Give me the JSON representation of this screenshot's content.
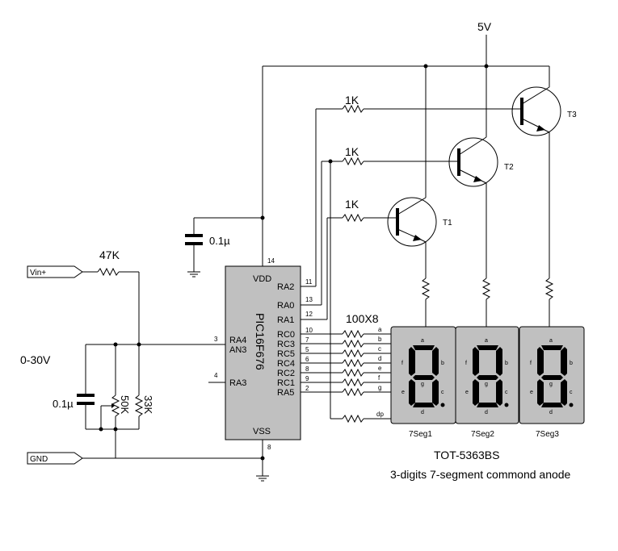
{
  "power": {
    "label": "5V"
  },
  "ic": {
    "name": "PIC16F676",
    "pins": {
      "vdd": "VDD",
      "vss": "VSS",
      "ra2": "RA2",
      "ra0": "RA0",
      "ra1": "RA1",
      "rc0": "RC0",
      "rc3": "RC3",
      "rc5": "RC5",
      "rc4": "RC4",
      "rc2": "RC2",
      "rc1": "RC1",
      "ra5": "RA5",
      "ra4": "RA4",
      "an3": "AN3",
      "ra3": "RA3"
    },
    "pin_numbers": {
      "vdd": "14",
      "vss": "8",
      "ra2": "11",
      "ra0": "13",
      "ra1": "12",
      "rc0": "10",
      "rc3": "7",
      "rc5": "5",
      "rc4": "6",
      "rc2": "8",
      "rc1": "9",
      "ra5": "2",
      "ra4": "3",
      "ra3": "4"
    }
  },
  "components": {
    "r_base1": "1K",
    "r_base2": "1K",
    "r_base3": "1K",
    "cap_vdd": "0.1µ",
    "cap_in": "0.1µ",
    "r_in": "47K",
    "pot": "50K",
    "r_div": "33K",
    "seg_res": "100X8"
  },
  "transistors": {
    "t1": "T1",
    "t2": "T2",
    "t3": "T3"
  },
  "io": {
    "vin": "Vin+",
    "gnd": "GND",
    "range": "0-30V"
  },
  "segment_lines": [
    "a",
    "b",
    "c",
    "d",
    "e",
    "f",
    "g",
    "dp"
  ],
  "displays": {
    "names": [
      "7Seg1",
      "7Seg2",
      "7Seg3"
    ],
    "segment_letters": [
      "a",
      "b",
      "c",
      "d",
      "e",
      "f",
      "g"
    ],
    "part": "TOT-5363BS",
    "description": "3-digits 7-segment commond anode"
  }
}
